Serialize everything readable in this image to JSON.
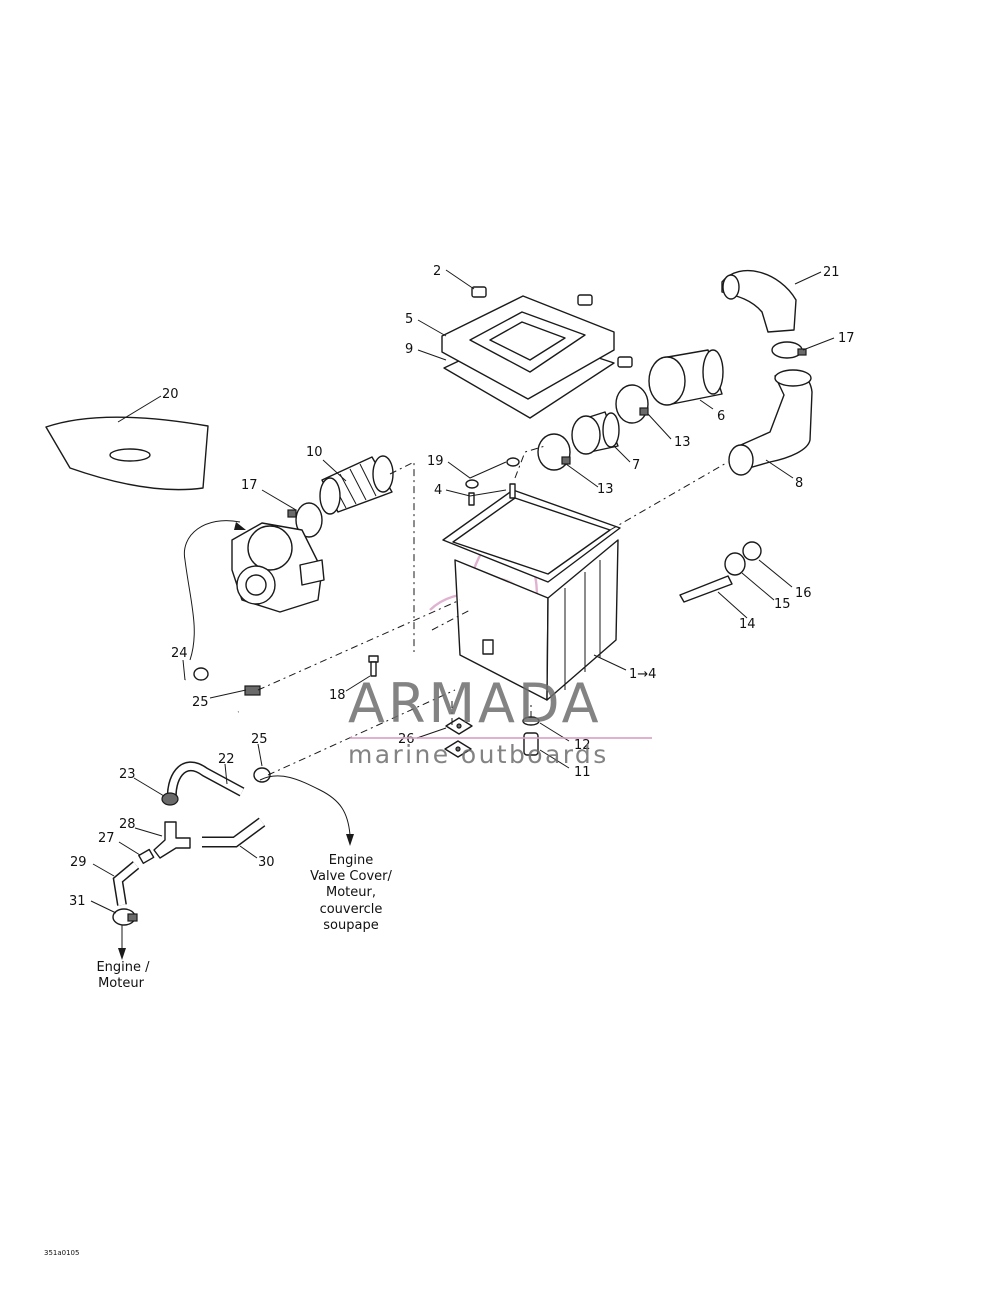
{
  "callouts": {
    "c2": "2",
    "c5": "5",
    "c9": "9",
    "c20": "20",
    "c21": "21",
    "c17a": "17",
    "c6": "6",
    "c13a": "13",
    "c7": "7",
    "c13b": "13",
    "c8": "8",
    "c10": "10",
    "c19": "19",
    "c4": "4",
    "c17b": "17",
    "c16": "16",
    "c15": "15",
    "c14": "14",
    "c1to4": "1→4",
    "c24": "24",
    "c25a": "25",
    "c18": "18",
    "c26": "26",
    "c12": "12",
    "c11": "11",
    "c25b": "25",
    "c22": "22",
    "c23": "23",
    "c28": "28",
    "c27": "27",
    "c30": "30",
    "c29": "29",
    "c31": "31"
  },
  "notes": {
    "valve_cover": [
      "Engine",
      "Valve Cover/",
      "Moteur,",
      "couvercle",
      "soupape"
    ],
    "engine": [
      "Engine /",
      "Moteur"
    ]
  },
  "watermark": {
    "title": "ARMADA",
    "subtitle": "marine outboards",
    "logo_color": "#d9a0c4",
    "text_color": "#6e6e6e"
  },
  "drawing_code": "351a0105"
}
